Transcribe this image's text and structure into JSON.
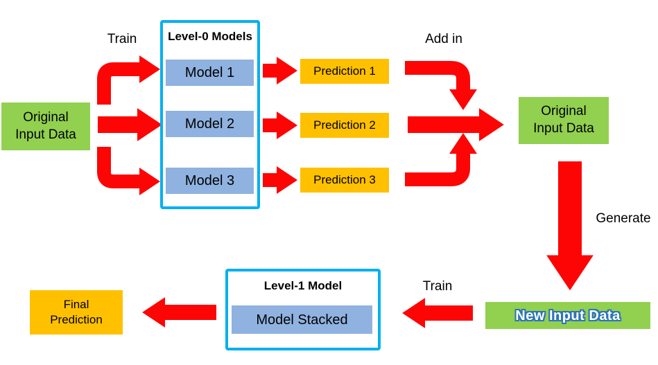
{
  "colors": {
    "green": "#92d050",
    "blue_box": "#8fb2e0",
    "orange": "#ffc000",
    "red": "#fe0505",
    "frame_blue": "#00b0f0",
    "new_input_fill": "#ffffff",
    "new_input_outline": "#2e75b6"
  },
  "nodes": {
    "original_input_left": "Original\nInput Data",
    "original_input_right": "Original\nInput Data",
    "new_input": "New Input Data",
    "final_prediction": "Final\nPrediction"
  },
  "level0": {
    "title": "Level-0 Models",
    "models": [
      "Model 1",
      "Model 2",
      "Model 3"
    ]
  },
  "predictions": [
    "Prediction 1",
    "Prediction 2",
    "Prediction 3"
  ],
  "level1": {
    "title": "Level-1 Model",
    "model": "Model Stacked"
  },
  "labels": {
    "train_top": "Train",
    "add_in": "Add in",
    "generate": "Generate",
    "train_bottom": "Train"
  }
}
